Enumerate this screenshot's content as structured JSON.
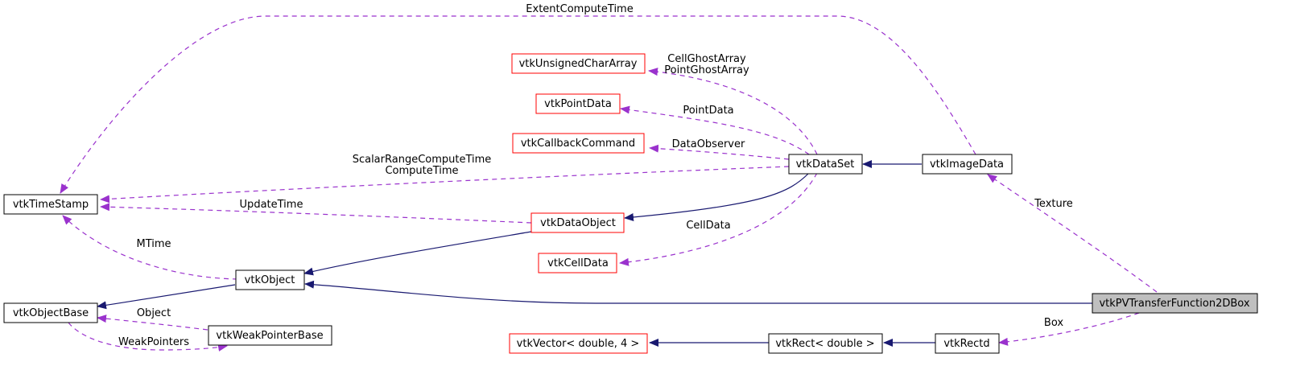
{
  "nodes": {
    "timestamp": "vtkTimeStamp",
    "objectbase": "vtkObjectBase",
    "object": "vtkObject",
    "weakpointerbase": "vtkWeakPointerBase",
    "unsignedchararray": "vtkUnsignedCharArray",
    "pointdata": "vtkPointData",
    "callbackcommand": "vtkCallbackCommand",
    "dataobject": "vtkDataObject",
    "celldata": "vtkCellData",
    "dataset": "vtkDataSet",
    "imagedata": "vtkImageData",
    "vector": "vtkVector< double, 4 >",
    "rect": "vtkRect< double >",
    "rectd": "vtkRectd",
    "pvtf2dbox": "vtkPVTransferFunction2DBox"
  },
  "edge_labels": {
    "extent_compute_time": "ExtentComputeTime",
    "cell_ghost_array": "CellGhostArray",
    "point_ghost_array": "PointGhostArray",
    "point_data": "PointData",
    "data_observer": "DataObserver",
    "scalar_range_compute_time": "ScalarRangeComputeTime",
    "compute_time": "ComputeTime",
    "update_time": "UpdateTime",
    "cell_data": "CellData",
    "mtime": "MTime",
    "texture": "Texture",
    "object": "Object",
    "weak_pointers": "WeakPointers",
    "box": "Box"
  },
  "colors": {
    "inheritance_edge": "#191970",
    "usage_edge": "#9a32cd",
    "undocumented_node_border": "#ff0000",
    "focus_node_fill": "#bfbfbf"
  }
}
